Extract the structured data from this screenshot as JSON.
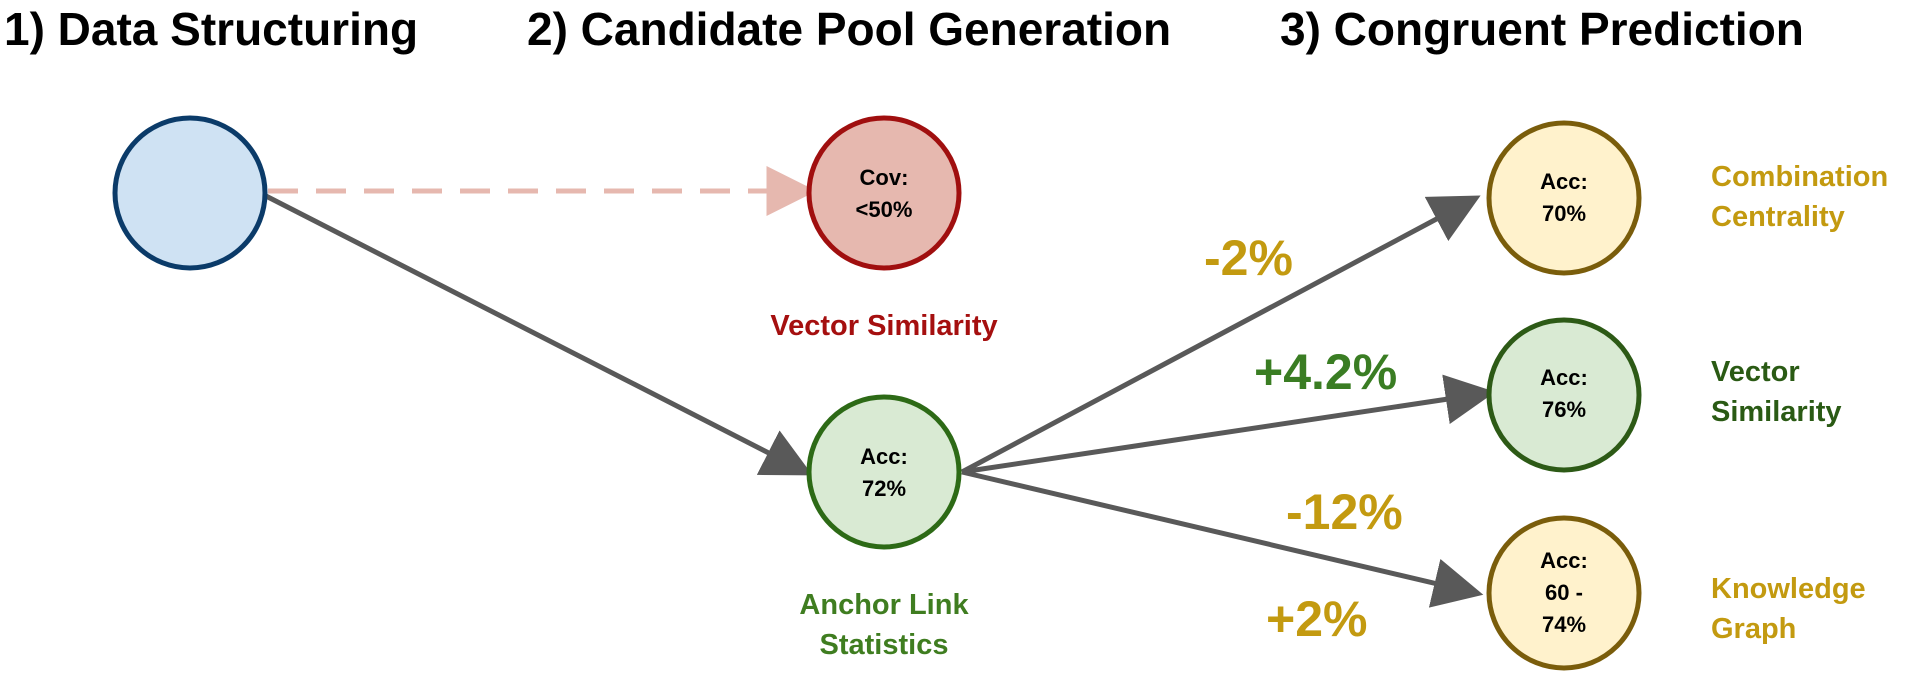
{
  "headings": [
    {
      "label": "1) Data Structuring"
    },
    {
      "label": "2) Candidate Pool Generation"
    },
    {
      "label": "3) Congruent Prediction"
    }
  ],
  "nodes": {
    "data": {
      "lines": [],
      "fill": "#cfe2f3",
      "stroke": "#0b3b69"
    },
    "vector_pool": {
      "lines": [
        "Cov:",
        "<50%"
      ],
      "fill": "#e6b8af",
      "stroke": "#a00f0f"
    },
    "anchor_pool": {
      "lines": [
        "Acc:",
        "72%"
      ],
      "fill": "#d9ead3",
      "stroke": "#2d6a16"
    },
    "combination": {
      "lines": [
        "Acc:",
        "70%"
      ],
      "fill": "#fff2cc",
      "stroke": "#7a5d0b"
    },
    "vector_pred": {
      "lines": [
        "Acc:",
        "76%"
      ],
      "fill": "#d9ead3",
      "stroke": "#2d5a16"
    },
    "knowledge": {
      "lines": [
        "Acc:",
        "60 -",
        "74%"
      ],
      "fill": "#fff2cc",
      "stroke": "#7a5d0b"
    }
  },
  "method_labels": {
    "vector_similarity_pool": {
      "lines": [
        "Vector Similarity"
      ],
      "color": "#a50f0f"
    },
    "anchor_link_statistics": {
      "lines": [
        "Anchor Link",
        "Statistics"
      ],
      "color": "#3f7d20"
    },
    "combination_centrality": {
      "lines": [
        "Combination",
        "Centrality"
      ],
      "color": "#c39a10"
    },
    "vector_similarity_pred": {
      "lines": [
        "Vector",
        "Similarity"
      ],
      "color": "#2a5a14"
    },
    "knowledge_graph": {
      "lines": [
        "Knowledge",
        "Graph"
      ],
      "color": "#c39a10"
    }
  },
  "deltas": {
    "minus_2": {
      "label": "-2%",
      "color": "#c39a10"
    },
    "plus_4_2": {
      "label": "+4.2%",
      "color": "#3a7d23"
    },
    "minus_12": {
      "label": "-12%",
      "color": "#c39a10"
    },
    "plus_2": {
      "label": "+2%",
      "color": "#c39a10"
    }
  },
  "arrow_colors": {
    "solid": "#595959",
    "dashed": "#e6b8af"
  }
}
